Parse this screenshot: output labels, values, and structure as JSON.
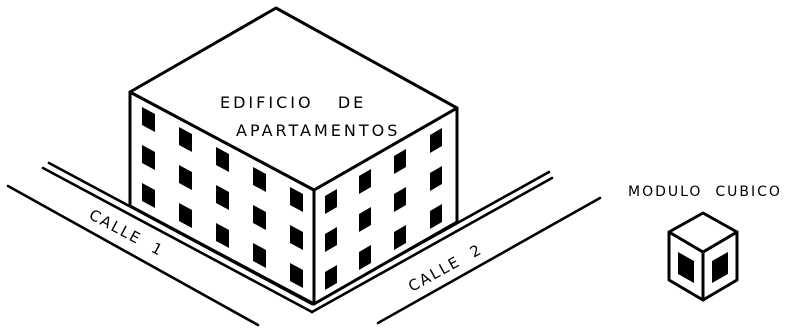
{
  "building": {
    "label_line1": "EDIFICIO   DE",
    "label_line2": "APARTAMENTOS"
  },
  "streets": {
    "street1": "CALLE  1",
    "street2": "CALLE  2"
  },
  "module": {
    "label": "MODULO  CUBICO"
  },
  "colors": {
    "ink": "#000000",
    "paper": "#ffffff"
  }
}
